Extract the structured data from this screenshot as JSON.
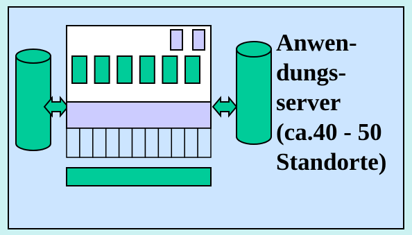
{
  "caption": {
    "lines": [
      "Anwen-",
      "dungs-",
      "server",
      "(ca.40 - 50",
      "Standorte)"
    ]
  },
  "colors": {
    "page_background": "#ccf2f2",
    "panel_fill": "#cce5ff",
    "server_body": "#ffffff",
    "server_band": "#ccccff",
    "module_fill": "#00cc99",
    "outline": "#000000"
  }
}
